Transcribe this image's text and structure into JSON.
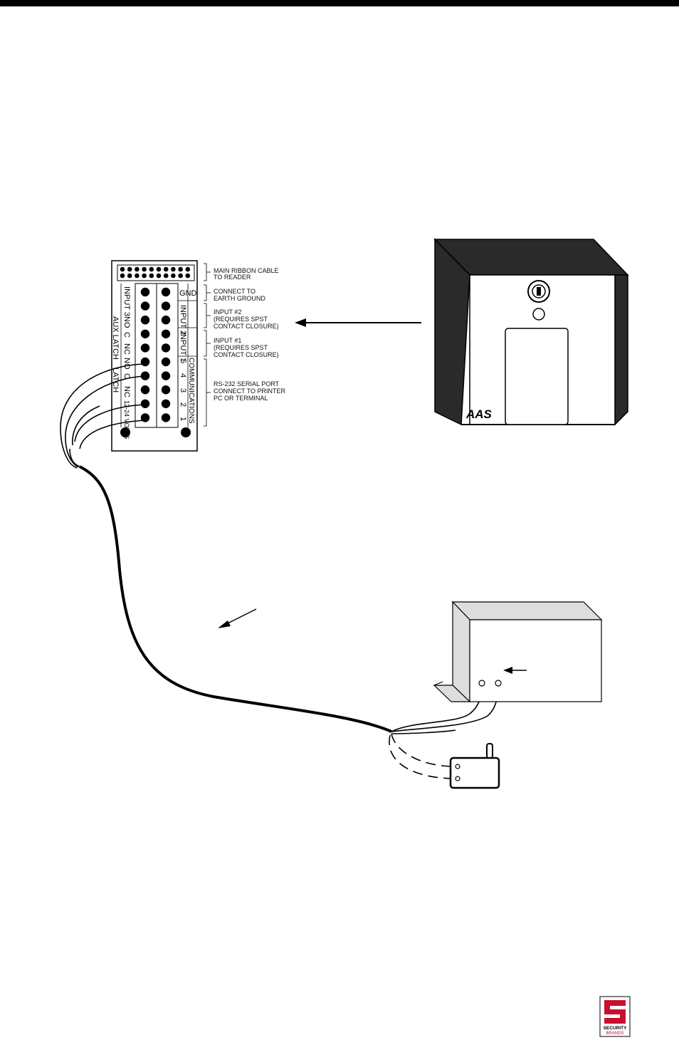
{
  "diagram": {
    "terminal_block": {
      "left_labels": [
        "INPUT 3",
        "NO",
        "C",
        "NC",
        "NO",
        "C",
        "NC",
        "12-24 VOLTS"
      ],
      "group_labels": [
        "AUX LATCH",
        "LATCH"
      ],
      "right_labels": [
        "GND",
        "INPUT 2",
        "INPUT 1",
        "5",
        "4",
        "3",
        "2",
        "1",
        "COMMUNICATIONS"
      ]
    },
    "callouts": [
      {
        "line1": "MAIN RIBBON CABLE",
        "line2": "TO READER",
        "line3": ""
      },
      {
        "line1": "CONNECT TO",
        "line2": "EARTH GROUND",
        "line3": ""
      },
      {
        "line1": "INPUT #2",
        "line2": "(REQUIRES SPST",
        "line3": "CONTACT CLOSURE)"
      },
      {
        "line1": "INPUT #1",
        "line2": "(REQUIRES SPST",
        "line3": "CONTACT CLOSURE)"
      },
      {
        "line1": "RS-232 SERIAL PORT",
        "line2": "CONNECT TO PRINTER",
        "line3": "PC OR TERMINAL"
      }
    ],
    "reader_logo": "AAS"
  },
  "footer": {
    "logo_line1": "SECURITY",
    "logo_line2": "BRANDS",
    "logo_color": "#c8102e"
  }
}
